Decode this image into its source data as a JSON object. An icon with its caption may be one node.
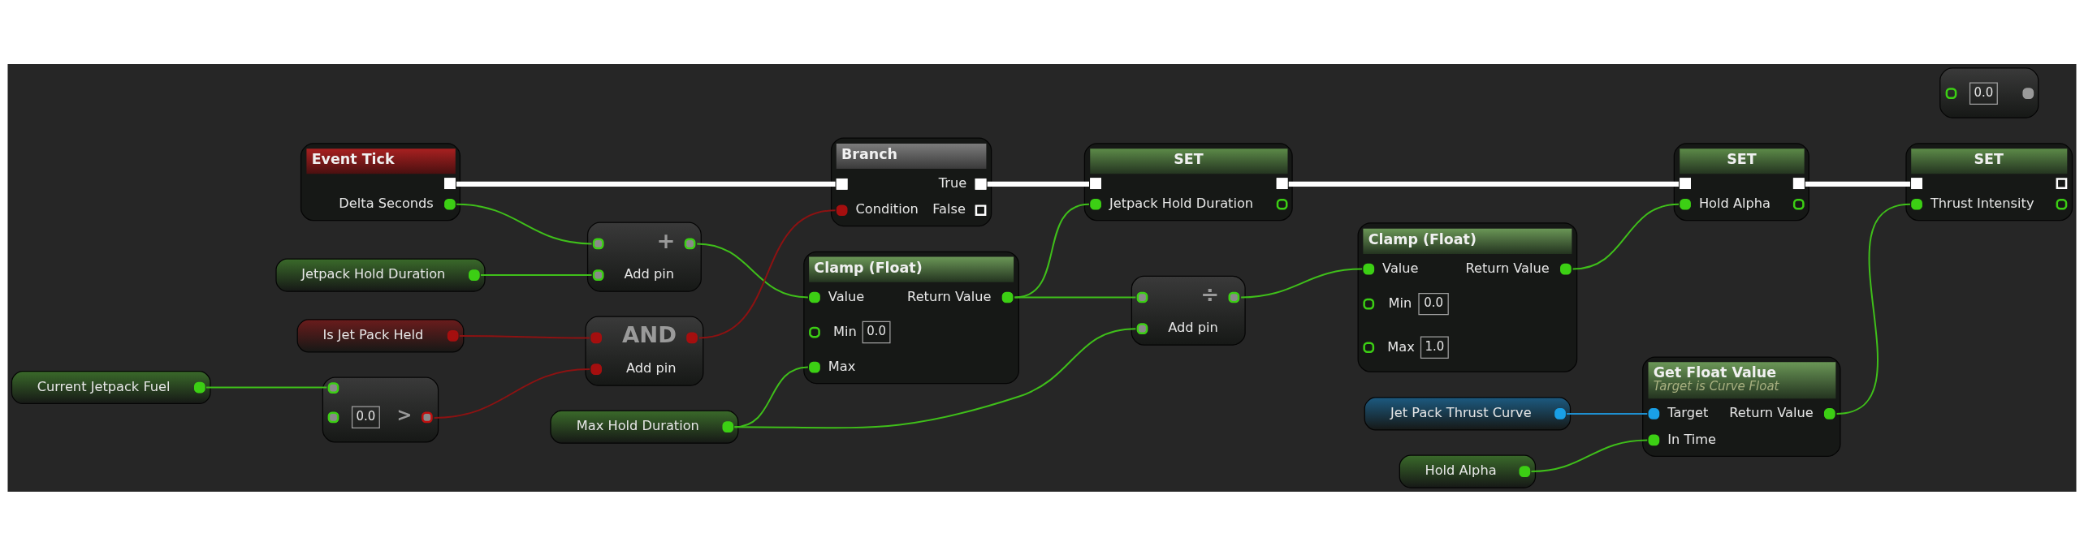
{
  "diagram": {
    "nodes": [
      {
        "text": [
          "Event Tick",
          "Delta Seconds"
        ]
      },
      {
        "text": [
          "Branch",
          "True",
          "Condition",
          "False"
        ]
      },
      {
        "text": [
          "SET",
          "Jetpack Hold Duration"
        ]
      },
      {
        "text": [
          "SET",
          "Hold Alpha"
        ]
      },
      {
        "text": [
          "SET",
          "Thrust Intensity"
        ]
      },
      {
        "text": [
          "+",
          "Add pin"
        ]
      },
      {
        "text": [
          "Clamp (Float)",
          "Value",
          "Return Value",
          "Min",
          "0.0",
          "Max"
        ]
      },
      {
        "text": [
          "Is Jet Pack Held"
        ]
      },
      {
        "text": [
          "Get Float Value",
          "Target is Curve Float",
          "Target",
          "Return Value",
          "In Time"
        ]
      },
      {
        "text": [
          "Jetpack Hold Duration"
        ]
      },
      {
        "text": [
          "Jet Pack Thrust Curve"
        ]
      },
      {
        "text": [
          "÷",
          "Add pin"
        ]
      },
      {
        "text": [
          "Clamp (Float)",
          "Value",
          "Return Value",
          "Min",
          "0.0",
          "Max",
          "1.0"
        ]
      },
      {
        "text": [
          "Max Hold Duration"
        ]
      },
      {
        "text": [
          "0.0"
        ]
      },
      {
        "text": [
          "Hold Alpha"
        ]
      },
      {
        "text": [
          "Current Jetpack Fuel"
        ]
      },
      {
        "text": [
          "AND",
          "Add pin"
        ]
      },
      {
        "text": [
          "0.0",
          ">"
        ]
      }
    ],
    "edges": [
      {
        "from": 0,
        "to": 1,
        "arrow": "none",
        "style": "thick",
        "color": "#ffffff"
      },
      {
        "from": 1,
        "to": 2,
        "arrow": "none",
        "style": "thick",
        "color": "#ffffff"
      },
      {
        "from": 2,
        "to": 3,
        "arrow": "none",
        "style": "thick",
        "color": "#ffffff"
      },
      {
        "from": 3,
        "to": 4,
        "arrow": "none",
        "style": "thick",
        "color": "#ffffff"
      },
      {
        "from": 0,
        "to": 5,
        "arrow": "none"
      },
      {
        "from": 9,
        "to": 5,
        "arrow": "none"
      },
      {
        "from": 5,
        "to": 6,
        "arrow": "none"
      },
      {
        "from": 6,
        "to": 2,
        "arrow": "none"
      },
      {
        "from": 6,
        "to": 11,
        "arrow": "none"
      },
      {
        "from": 13,
        "to": 6,
        "arrow": "none"
      },
      {
        "from": 13,
        "to": 11,
        "arrow": "none"
      },
      {
        "from": 11,
        "to": 12,
        "arrow": "none"
      },
      {
        "from": 12,
        "to": 3,
        "arrow": "none"
      },
      {
        "from": 10,
        "to": 8,
        "arrow": "none",
        "color": "#1e8fd0"
      },
      {
        "from": 15,
        "to": 8,
        "arrow": "none"
      },
      {
        "from": 8,
        "to": 4,
        "arrow": "none"
      },
      {
        "from": 16,
        "to": 18,
        "arrow": "none"
      },
      {
        "from": 7,
        "to": 17,
        "arrow": "none",
        "color": "#8c1212"
      },
      {
        "from": 18,
        "to": 17,
        "arrow": "none",
        "color": "#8c1212"
      },
      {
        "from": 17,
        "to": 1,
        "arrow": "none",
        "color": "#8c1212"
      }
    ]
  }
}
